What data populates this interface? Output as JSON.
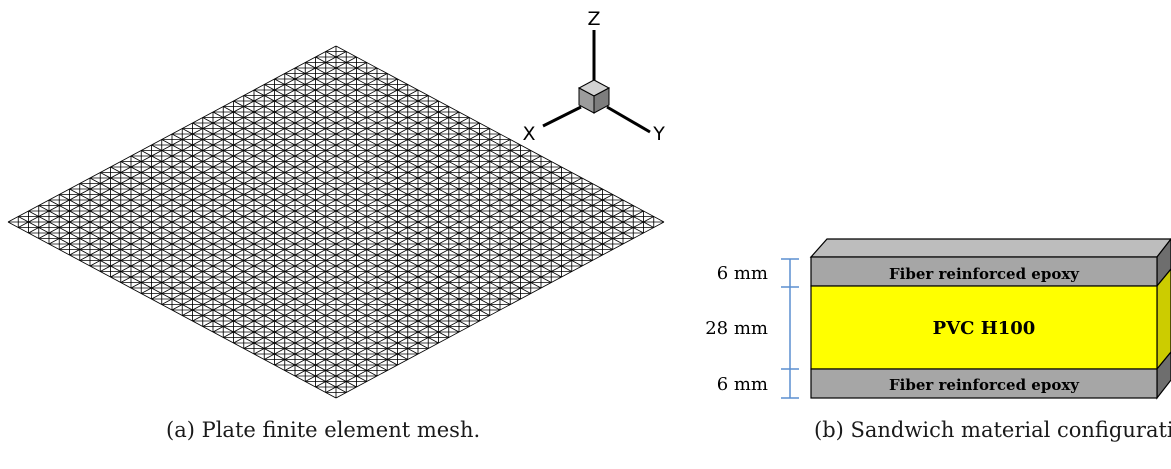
{
  "panel_a": {
    "caption": "(a) Plate finite element mesh.",
    "axes": {
      "z": "Z",
      "x": "X",
      "y": "Y"
    },
    "mesh": {
      "divisions": 32,
      "stroke_color": "#000000"
    },
    "cube_colors": {
      "top": "#d2d2d2",
      "left": "#9c9c9c",
      "right": "#7d7d7d"
    }
  },
  "panel_b": {
    "caption": "(b) Sandwich material configuration.",
    "layers": {
      "top": {
        "label": "Fiber reinforced epoxy",
        "thickness": "6 mm",
        "color": "#a6a6a6"
      },
      "core": {
        "label": "PVC H100",
        "thickness": "28 mm",
        "color": "#ffff00"
      },
      "bottom": {
        "label": "Fiber reinforced epoxy",
        "thickness": "6 mm",
        "color": "#a6a6a6"
      }
    },
    "dimension_color": "#5b8fd0"
  }
}
